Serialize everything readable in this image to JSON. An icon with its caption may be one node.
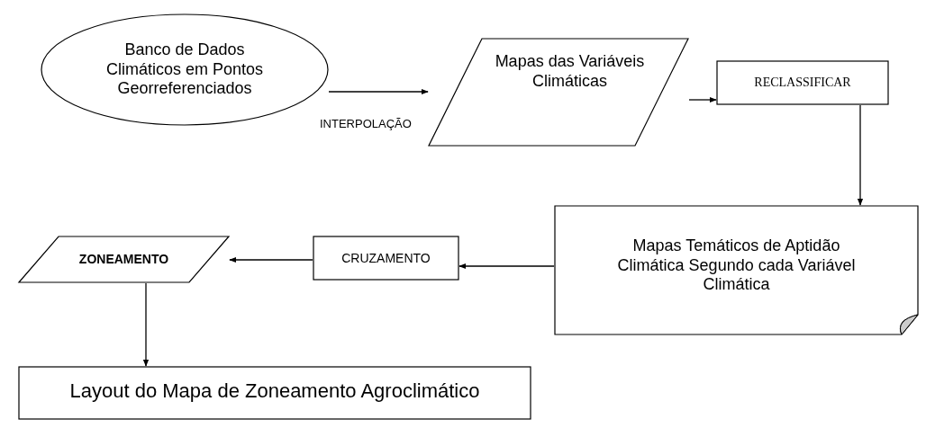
{
  "diagram": {
    "nodes": [
      {
        "text": [
          "Banco de Dados Climáticos em Pontos Georreferenciados"
        ]
      },
      {
        "text": [
          "Mapas das Variáveis Climáticas"
        ]
      },
      {
        "text": [
          "RECLASSIFICAR"
        ]
      },
      {
        "text": [
          "Mapas Temáticos de Aptidão Climática Segundo cada Variável Climática"
        ]
      },
      {
        "text": [
          "CRUZAMENTO"
        ]
      },
      {
        "text": [
          "ZONEAMENTO"
        ]
      },
      {
        "text": [
          "Layout do Mapa de Zoneamento Agroclimático"
        ]
      }
    ],
    "edges": [
      {
        "from": 0,
        "to": 1,
        "arrow": "to",
        "label": "INTERPOLAÇÃO"
      },
      {
        "from": 1,
        "to": 2,
        "arrow": "to"
      },
      {
        "from": 2,
        "to": 3,
        "arrow": "to"
      },
      {
        "from": 3,
        "to": 4,
        "arrow": "to"
      },
      {
        "from": 4,
        "to": 5,
        "arrow": "to"
      },
      {
        "from": 5,
        "to": 6,
        "arrow": "to"
      }
    ]
  }
}
